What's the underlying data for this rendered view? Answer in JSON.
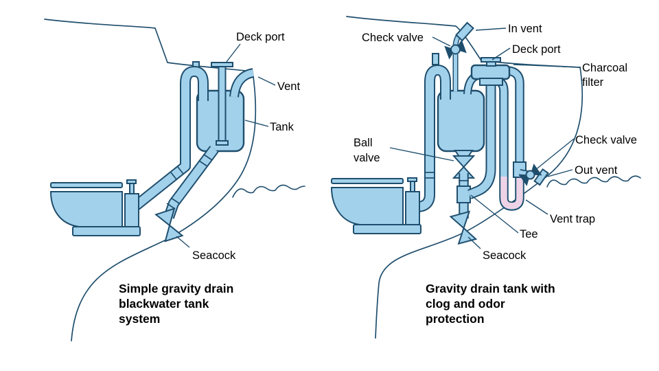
{
  "colors": {
    "background": "#ffffff",
    "outline": "#1f4e6d",
    "pipe_fill": "#a2d1ec",
    "trap_liquid": "#eed3e7",
    "label_text": "#000000"
  },
  "left_diagram": {
    "labels": {
      "deck_port": "Deck port",
      "vent": "Vent",
      "tank": "Tank",
      "seacock": "Seacock"
    },
    "caption": {
      "lines": [
        "Simple gravity drain",
        "blackwater tank",
        "system"
      ]
    }
  },
  "right_diagram": {
    "labels": {
      "check_valve_top": "Check valve",
      "in_vent": "In vent",
      "deck_port": "Deck port",
      "charcoal_filter_line1": "Charcoal",
      "charcoal_filter_line2": "filter",
      "ball_valve_line1": "Ball",
      "ball_valve_line2": "valve",
      "check_valve_right": "Check valve",
      "out_vent": "Out vent",
      "vent_trap": "Vent trap",
      "tee": "Tee",
      "seacock": "Seacock"
    },
    "caption": {
      "lines": [
        "Gravity drain tank with",
        "clog and odor",
        "protection"
      ]
    }
  }
}
